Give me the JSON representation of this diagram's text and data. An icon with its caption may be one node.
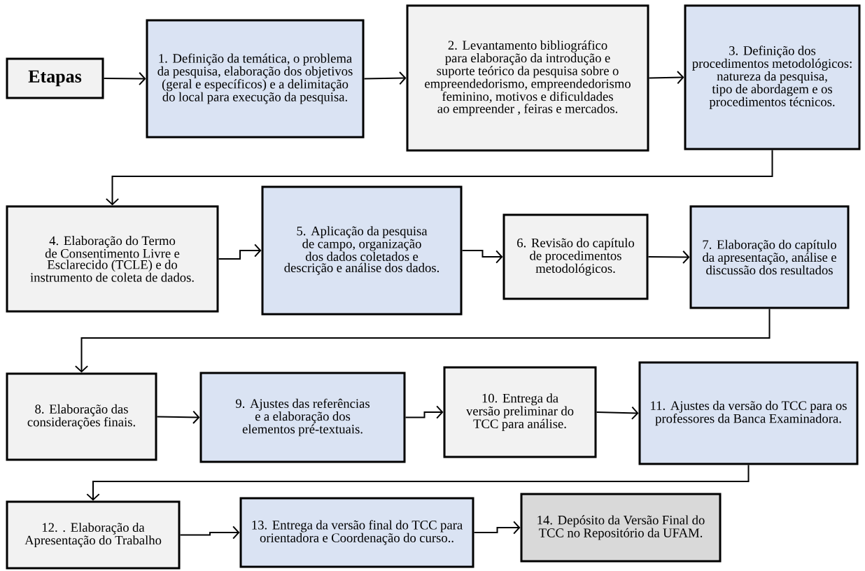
{
  "diagram": {
    "nodes": [
      {
        "text": [
          "Etapas"
        ]
      },
      {
        "text": [
          "1. Definição da temática, o problema da pesquisa, elaboração dos objetivos (geral e específicos) e a delimitação do local para execução da pesquisa."
        ]
      },
      {
        "text": [
          "2. Levantamento bibliográfico para elaboração da introdução e suporte teórico da pesquisa sobre o empreendedorismo, empreendedorismo feminino, motivos e dificuldades ao empreender , feiras e mercados."
        ]
      },
      {
        "text": [
          "3. Definição dos procedimentos metodológicos: natureza da pesquisa, tipo de abordagem e os procedimentos técnicos."
        ]
      },
      {
        "text": [
          "4. Elaboração do Termo de Consentimento Livre e Esclarecido (TCLE) e do instrumento de coleta de dados."
        ]
      },
      {
        "text": [
          "5. Aplicação da pesquisa de campo, organização dos dados coletados e descrição e análise dos dados."
        ]
      },
      {
        "text": [
          "6. Revisão do capítulo de procedimentos metodológicos."
        ]
      },
      {
        "text": [
          "7. Elaboração do capítulo da apresentação, análise e discussão dos resultados"
        ]
      },
      {
        "text": [
          "8. Elaboração das considerações finais."
        ]
      },
      {
        "text": [
          "9. Ajustes das referências e a elaboração dos elementos pré-textuais."
        ]
      },
      {
        "text": [
          "10. Entrega da versão preliminar do TCC para análise."
        ]
      },
      {
        "text": [
          "11. Ajustes da versão do TCC para os professores da Banca Examinadora."
        ]
      },
      {
        "text": [
          "12. . Elaboração da Apresentação do Trabalho"
        ]
      },
      {
        "text": [
          "13. Entrega da versão final do TCC para orientadora e Coordenação do curso.."
        ]
      },
      {
        "text": [
          "14. Depósito da Versão Final do TCC no Repositório da UFAM."
        ]
      }
    ],
    "edges": [
      {
        "from": 0,
        "to": 1,
        "arrow": "to"
      },
      {
        "from": 1,
        "to": 2,
        "arrow": "to"
      },
      {
        "from": 2,
        "to": 3,
        "arrow": "to"
      },
      {
        "from": 3,
        "to": 4,
        "arrow": "to"
      },
      {
        "from": 4,
        "to": 5,
        "arrow": "to"
      },
      {
        "from": 5,
        "to": 6,
        "arrow": "to"
      },
      {
        "from": 6,
        "to": 7,
        "arrow": "to"
      },
      {
        "from": 7,
        "to": 8,
        "arrow": "to"
      },
      {
        "from": 8,
        "to": 9,
        "arrow": "to"
      },
      {
        "from": 9,
        "to": 10,
        "arrow": "to"
      },
      {
        "from": 10,
        "to": 11,
        "arrow": "to"
      },
      {
        "from": 11,
        "to": 12,
        "arrow": "to"
      },
      {
        "from": 12,
        "to": 13,
        "arrow": "to"
      },
      {
        "from": 13,
        "to": 14,
        "arrow": "to"
      }
    ]
  }
}
